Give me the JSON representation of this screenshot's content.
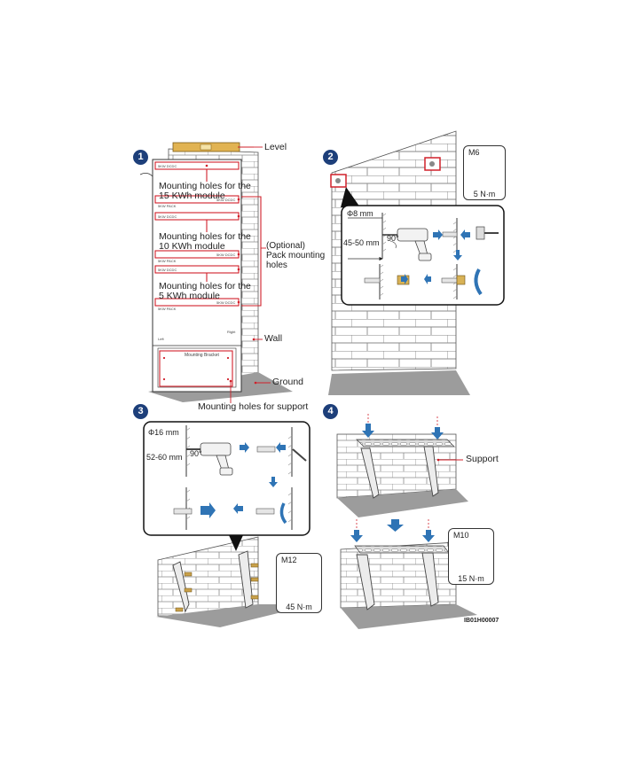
{
  "steps": [
    "1",
    "2",
    "3",
    "4"
  ],
  "step1": {
    "level": "Level",
    "holes_15": "Mounting holes for the\n15 KWh module",
    "holes_10": "Mounting holes for the\n10 KWh module",
    "holes_5": "Mounting holes for the\n5 KWh module",
    "optional": "(Optional)\nPack mounting\nholes",
    "wall": "Wall",
    "ground": "Ground",
    "support_holes": "Mounting holes for support",
    "template_marks": [
      "5KW DCDC",
      "5KW DCDC",
      "5KW PACK",
      "5KW DCDC",
      "5KW DCDC",
      "5KW PACK",
      "5KW DCDC",
      "5KW DCDC",
      "5KW PACK",
      "Left",
      "Right",
      "Mounting Bracket"
    ]
  },
  "step2": {
    "diameter": "Φ8 mm",
    "depth": "45-50 mm",
    "angle": "90°",
    "bolt": "M6",
    "torque": "5 N·m"
  },
  "step3": {
    "diameter": "Φ16 mm",
    "depth": "52-60 mm",
    "angle": "90°",
    "bolt": "M12",
    "torque": "45 N·m"
  },
  "step4": {
    "support": "Support",
    "bolt": "M10",
    "torque": "15 N·m"
  },
  "doc_code": "IB01H00007",
  "colors": {
    "accent_red": "#d0202a",
    "arrow_blue": "#2f74b5",
    "step_badge": "#1d3f7a"
  }
}
